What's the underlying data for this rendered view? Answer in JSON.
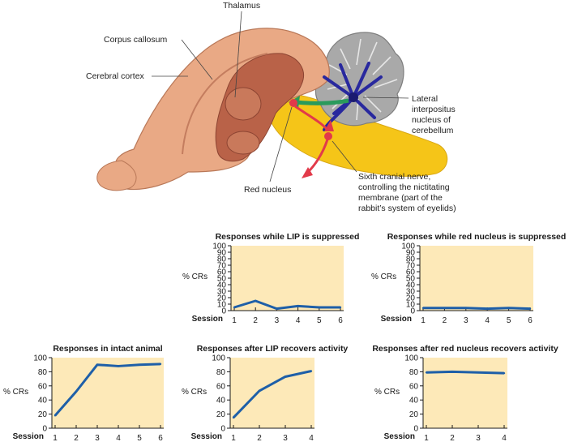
{
  "figure": {
    "labels": {
      "thalamus": "Thalamus",
      "corpus_callosum": "Corpus callosum",
      "cerebral_cortex": "Cerebral cortex",
      "lateral_interpositus": "Lateral\ninterpositus\nnucleus of\ncerebellum",
      "red_nucleus": "Red nucleus",
      "sixth_nerve": "Sixth cranial nerve,\ncontrolling the nictitating\nmembrane (part of the\nrabbit’s system of eyelids)"
    },
    "colors": {
      "brain": "#e8a882",
      "brain_dark": "#b35f45",
      "cerebellum": "#a7a7a7",
      "pathway_yellow": "#f5c518",
      "pathway_blue": "#28289e",
      "pathway_green": "#2a9a5c",
      "pathway_red": "#e23a4a",
      "chart_bg": "#fde9b8",
      "chart_line": "#1e5fa8"
    }
  },
  "chart_data": [
    {
      "type": "line",
      "title": "Responses while LIP is suppressed",
      "ylabel": "% CRs",
      "xlabel": "Session",
      "x": [
        1,
        2,
        3,
        4,
        5,
        6
      ],
      "y": [
        5,
        15,
        3,
        7,
        5,
        5
      ],
      "ylim": [
        0,
        100
      ],
      "yticks": [
        0,
        10,
        20,
        30,
        40,
        50,
        60,
        70,
        80,
        90,
        100
      ],
      "grid": false
    },
    {
      "type": "line",
      "title": "Responses while red nucleus is suppressed",
      "ylabel": "% CRs",
      "xlabel": "Session",
      "x": [
        1,
        2,
        3,
        4,
        5,
        6
      ],
      "y": [
        4,
        4,
        4,
        3,
        4,
        3
      ],
      "ylim": [
        0,
        100
      ],
      "yticks": [
        0,
        10,
        20,
        30,
        40,
        50,
        60,
        70,
        80,
        90,
        100
      ],
      "grid": false
    },
    {
      "type": "line",
      "title": "Responses in intact animal",
      "ylabel": "% CRs",
      "xlabel": "Session",
      "x": [
        1,
        2,
        3,
        4,
        5,
        6
      ],
      "y": [
        18,
        52,
        90,
        88,
        90,
        91
      ],
      "ylim": [
        0,
        100
      ],
      "yticks": [
        0,
        20,
        40,
        60,
        80,
        100
      ],
      "grid": false
    },
    {
      "type": "line",
      "title": "Responses after LIP recovers activity",
      "ylabel": "% CRs",
      "xlabel": "Session",
      "x": [
        1,
        2,
        3,
        4
      ],
      "y": [
        15,
        53,
        73,
        81
      ],
      "ylim": [
        0,
        100
      ],
      "yticks": [
        0,
        20,
        40,
        60,
        80,
        100
      ],
      "grid": false
    },
    {
      "type": "line",
      "title": "Responses after red nucleus recovers activity",
      "ylabel": "% CRs",
      "xlabel": "Session",
      "x": [
        1,
        2,
        3,
        4
      ],
      "y": [
        79,
        80,
        79,
        78
      ],
      "ylim": [
        0,
        100
      ],
      "yticks": [
        0,
        20,
        40,
        60,
        80,
        100
      ],
      "grid": false
    }
  ]
}
